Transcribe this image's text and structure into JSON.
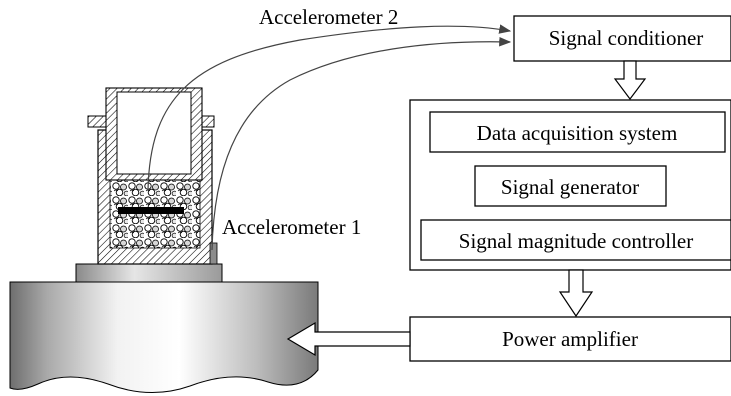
{
  "labels": {
    "accelerometer_2": "Accelerometer  2",
    "accelerometer_1": "Accelerometer  1"
  },
  "boxes": {
    "signal_conditioner": "Signal conditioner",
    "data_acquisition": "Data acquisition system",
    "signal_generator": "Signal generator",
    "signal_magnitude_controller": "Signal magnitude controller",
    "power_amplifier": "Power amplifier"
  }
}
